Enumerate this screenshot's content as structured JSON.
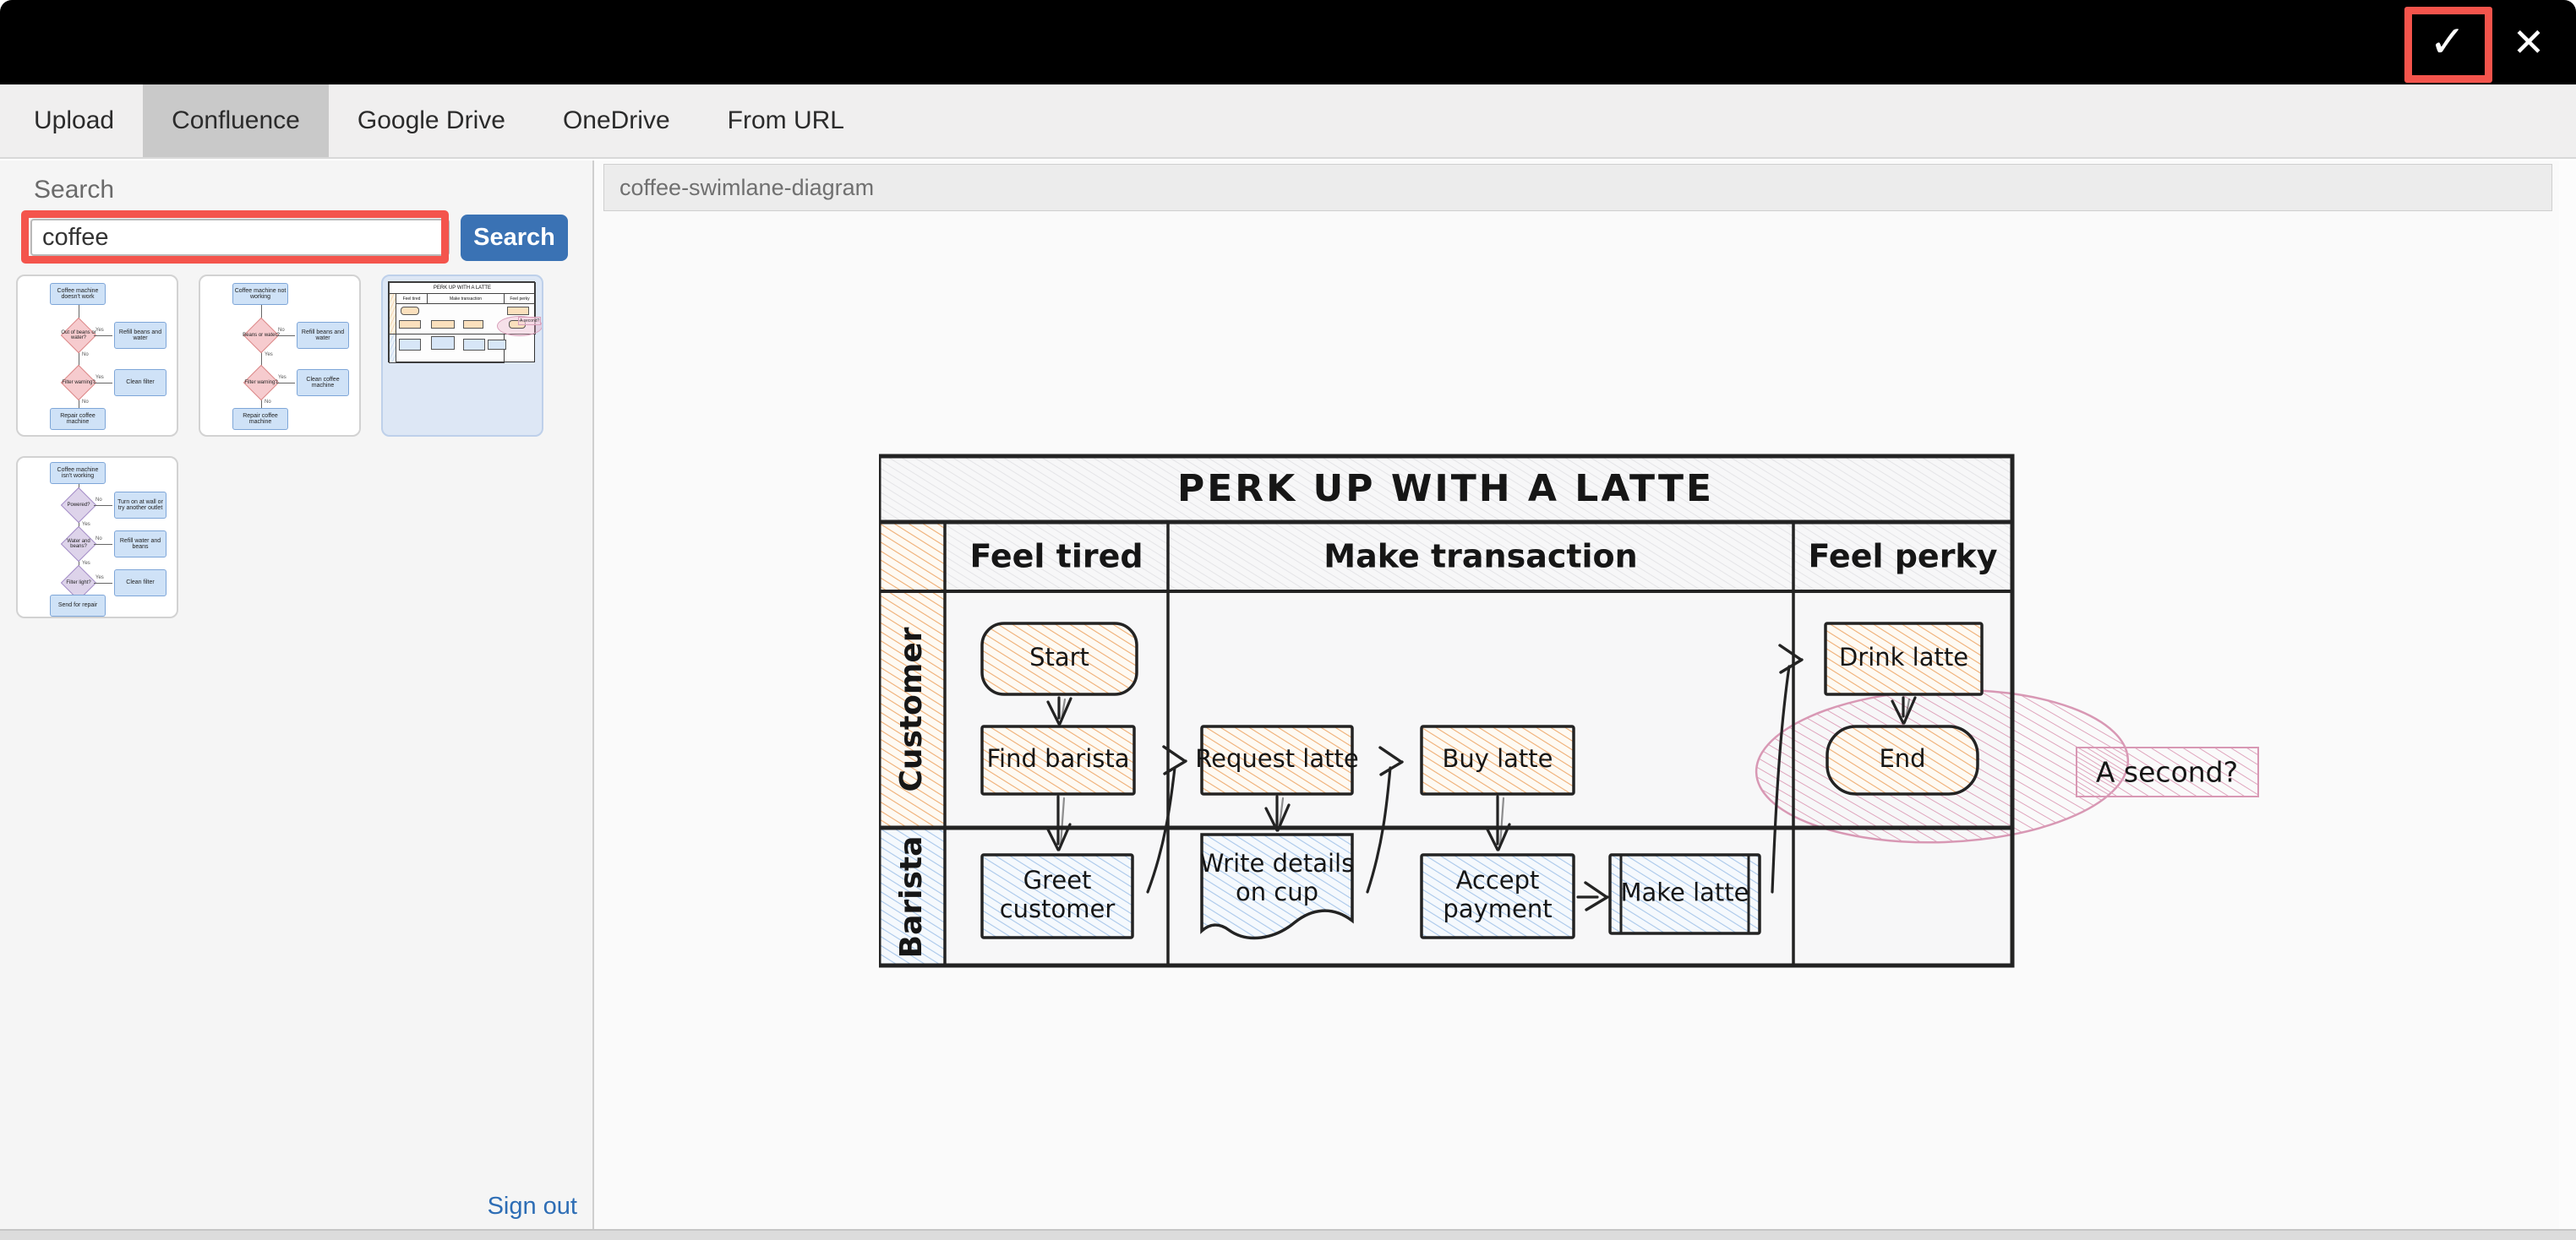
{
  "topbar": {
    "check_icon": "✓",
    "close_icon": "✕",
    "highlight_color": "#f4544c"
  },
  "tabs": {
    "items": [
      {
        "label": "Upload",
        "active": false
      },
      {
        "label": "Confluence",
        "active": true
      },
      {
        "label": "Google Drive",
        "active": false
      },
      {
        "label": "OneDrive",
        "active": false
      },
      {
        "label": "From URL",
        "active": false
      }
    ]
  },
  "sidebar": {
    "search_label": "Search",
    "search_value": "coffee",
    "search_button_label": "Search",
    "sign_out_label": "Sign out",
    "thumbnails": [
      {
        "kind": "flowchart",
        "diamond_style": "pink-d",
        "start": "Coffee machine doesn't work",
        "decisions": [
          {
            "question": "Out of beans or water?",
            "side_action": "Refill beans and water",
            "right_label": "Yes",
            "down_label": "No"
          },
          {
            "question": "Filter warning?",
            "side_action": "Clean filter",
            "right_label": "Yes",
            "down_label": "No"
          }
        ],
        "end": "Repair coffee machine"
      },
      {
        "kind": "flowchart",
        "diamond_style": "pink-d",
        "start": "Coffee machine not working",
        "decisions": [
          {
            "question": "Beans or water?",
            "side_action": "Refill beans and water",
            "right_label": "No",
            "down_label": "Yes"
          },
          {
            "question": "Filter warning?",
            "side_action": "Clean coffee machine",
            "right_label": "Yes",
            "down_label": "No"
          }
        ],
        "end": "Repair coffee machine"
      },
      {
        "kind": "swimlane-preview",
        "selected": true,
        "title": "PERK UP WITH A LATTE",
        "annotation": "A second?"
      },
      {
        "kind": "flowchart",
        "diamond_style": "purple-d",
        "start": "Coffee machine isn't working",
        "decisions": [
          {
            "question": "Powered?",
            "side_action": "Turn on at wall or try another outlet",
            "right_label": "No",
            "down_label": "Yes"
          },
          {
            "question": "Water and beans?",
            "side_action": "Refill water and beans",
            "right_label": "No",
            "down_label": "Yes"
          },
          {
            "question": "Filter light?",
            "side_action": "Clean filter",
            "right_label": "Yes",
            "down_label": "No"
          }
        ],
        "end": "Send for repair"
      }
    ]
  },
  "main": {
    "filename": "coffee-swimlane-diagram"
  },
  "diagram": {
    "title": "PERK UP WITH A LATTE",
    "phases": [
      "Feel tired",
      "Make transaction",
      "Feel perky"
    ],
    "lanes": [
      "Customer",
      "Barista"
    ],
    "nodes": [
      {
        "id": "start",
        "label": "Start",
        "lane": "Customer",
        "phase": "Feel tired",
        "shape": "rounded",
        "color": "orange"
      },
      {
        "id": "find-barista",
        "label": "Find barista",
        "lane": "Customer",
        "phase": "Feel tired",
        "shape": "rect",
        "color": "orange"
      },
      {
        "id": "request-latte",
        "label": "Request latte",
        "lane": "Customer",
        "phase": "Make transaction",
        "shape": "rect",
        "color": "orange"
      },
      {
        "id": "buy-latte",
        "label": "Buy latte",
        "lane": "Customer",
        "phase": "Make transaction",
        "shape": "rect",
        "color": "orange"
      },
      {
        "id": "drink-latte",
        "label": "Drink latte",
        "lane": "Customer",
        "phase": "Feel perky",
        "shape": "rect",
        "color": "orange"
      },
      {
        "id": "end",
        "label": "End",
        "lane": "Customer",
        "phase": "Feel perky",
        "shape": "rounded",
        "color": "orange"
      },
      {
        "id": "greet-customer",
        "label": "Greet customer",
        "lane": "Barista",
        "phase": "Feel tired",
        "shape": "rect",
        "color": "blue"
      },
      {
        "id": "write-details",
        "label": "Write details on cup",
        "lane": "Barista",
        "phase": "Make transaction",
        "shape": "document",
        "color": "blue"
      },
      {
        "id": "accept-payment",
        "label": "Accept payment",
        "lane": "Barista",
        "phase": "Make transaction",
        "shape": "rect",
        "color": "blue"
      },
      {
        "id": "make-latte",
        "label": "Make latte",
        "lane": "Barista",
        "phase": "Make transaction",
        "shape": "subprocess",
        "color": "blue"
      }
    ],
    "edges": [
      {
        "from": "start",
        "to": "find-barista"
      },
      {
        "from": "find-barista",
        "to": "greet-customer"
      },
      {
        "from": "request-latte",
        "to": "write-details"
      },
      {
        "from": "buy-latte",
        "to": "accept-payment"
      },
      {
        "from": "accept-payment",
        "to": "make-latte"
      },
      {
        "from": "greet-customer",
        "to": "request-latte"
      },
      {
        "from": "write-details",
        "to": "buy-latte"
      },
      {
        "from": "make-latte",
        "to": "drink-latte"
      },
      {
        "from": "drink-latte",
        "to": "end"
      }
    ],
    "annotation": {
      "label": "A second?",
      "target": "end"
    },
    "colors": {
      "stroke": "#232323",
      "orange_hatch": "#efae74",
      "blue_hatch": "#a9c7ea",
      "gray_hatch": "#e4e4e7",
      "pink_hatch": "#dfa5bd",
      "pink_stroke": "#d898b4"
    }
  }
}
